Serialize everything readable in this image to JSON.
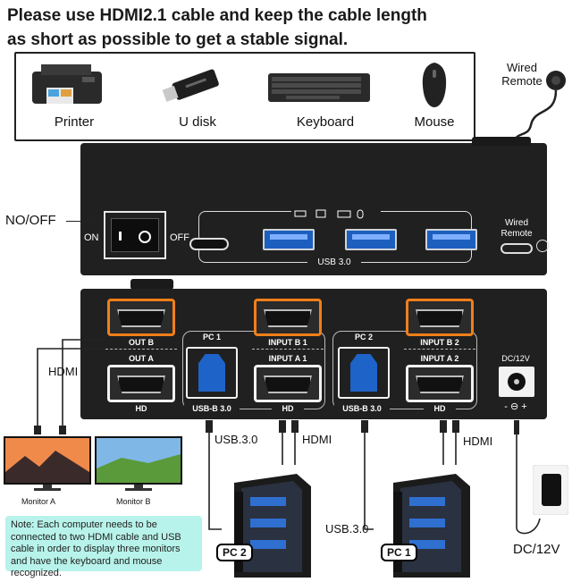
{
  "headline": {
    "line1": "Please use HDMI2.1 cable and keep the cable length",
    "line2": "as short as possible to get a stable signal."
  },
  "peripherals": [
    {
      "label": "Printer",
      "icon": "printer-icon"
    },
    {
      "label": "U disk",
      "icon": "usb-drive-icon"
    },
    {
      "label": "Keyboard",
      "icon": "keyboard-icon"
    },
    {
      "label": "Mouse",
      "icon": "mouse-icon"
    }
  ],
  "front_panel": {
    "power_label": "NO/OFF",
    "switch_on": "ON",
    "switch_off": "OFF",
    "usb_label": "USB 3.0",
    "wired_remote_port": "Wired\nRemote"
  },
  "wired_remote": "Wired\nRemote",
  "back_panel": {
    "out_b": "OUT B",
    "out_a": "OUT A",
    "hd1": "HD",
    "pc1": "PC 1",
    "input_b1": "INPUT B 1",
    "input_a1": "INPUT A 1",
    "usbb1": "USB-B 3.0",
    "hd2": "HD",
    "pc2": "PC 2",
    "input_b2": "INPUT B 2",
    "input_a2": "INPUT A 2",
    "usbb2": "USB-B 3.0",
    "hd3": "HD",
    "dc_label": "DC/12V",
    "polarity": "- ⊖ +"
  },
  "labels": {
    "hdmi_left": "HDMI",
    "usb30_top": "USB.3.0",
    "hdmi_mid": "HDMI",
    "hdmi_right": "HDMI",
    "usb30_bottom": "USB.3.0",
    "dc": "DC/12V",
    "monitor_a": "Monitor A",
    "monitor_b": "Monitor B",
    "pc2_tag": "PC 2",
    "pc1_tag": "PC 1"
  },
  "note": "Note: Each computer needs to be connected to two HDMI cable and USB cable in order to display three monitors and have the keyboard and mouse recognized.",
  "colors": {
    "accent_orange": "#f07f1a",
    "usb_blue": "#1d5fbf",
    "note_bg": "#b7f3ea"
  }
}
